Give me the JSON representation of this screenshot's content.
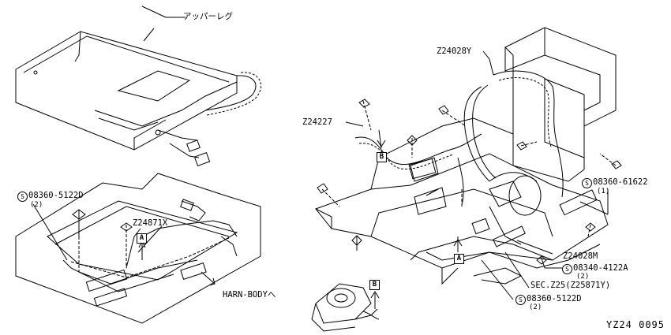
{
  "labels": {
    "upper_leg": "アッパーレグ",
    "z24028y": "Z24028Y",
    "z24227": "Z24227",
    "screw_5122d_top": "08360-5122D",
    "screw_5122d_top_qty": "(2)",
    "z24871x": "Z24871X",
    "harn_body": "HARN-BODYへ",
    "screw_61622": "08360-61622",
    "screw_61622_qty": "(1)",
    "z24028m": "Z24028M",
    "screw_4122a": "08340-4122A",
    "screw_4122a_qty": "(2)",
    "sec_z25": "SEC.Z25(Z25871Y)",
    "screw_5122d_bottom": "08360-5122D",
    "screw_5122d_bottom_qty": "(2)",
    "screw_symbol": "S",
    "ref_a": "A",
    "ref_b": "B",
    "diagram_code": "YZ24 0095"
  }
}
